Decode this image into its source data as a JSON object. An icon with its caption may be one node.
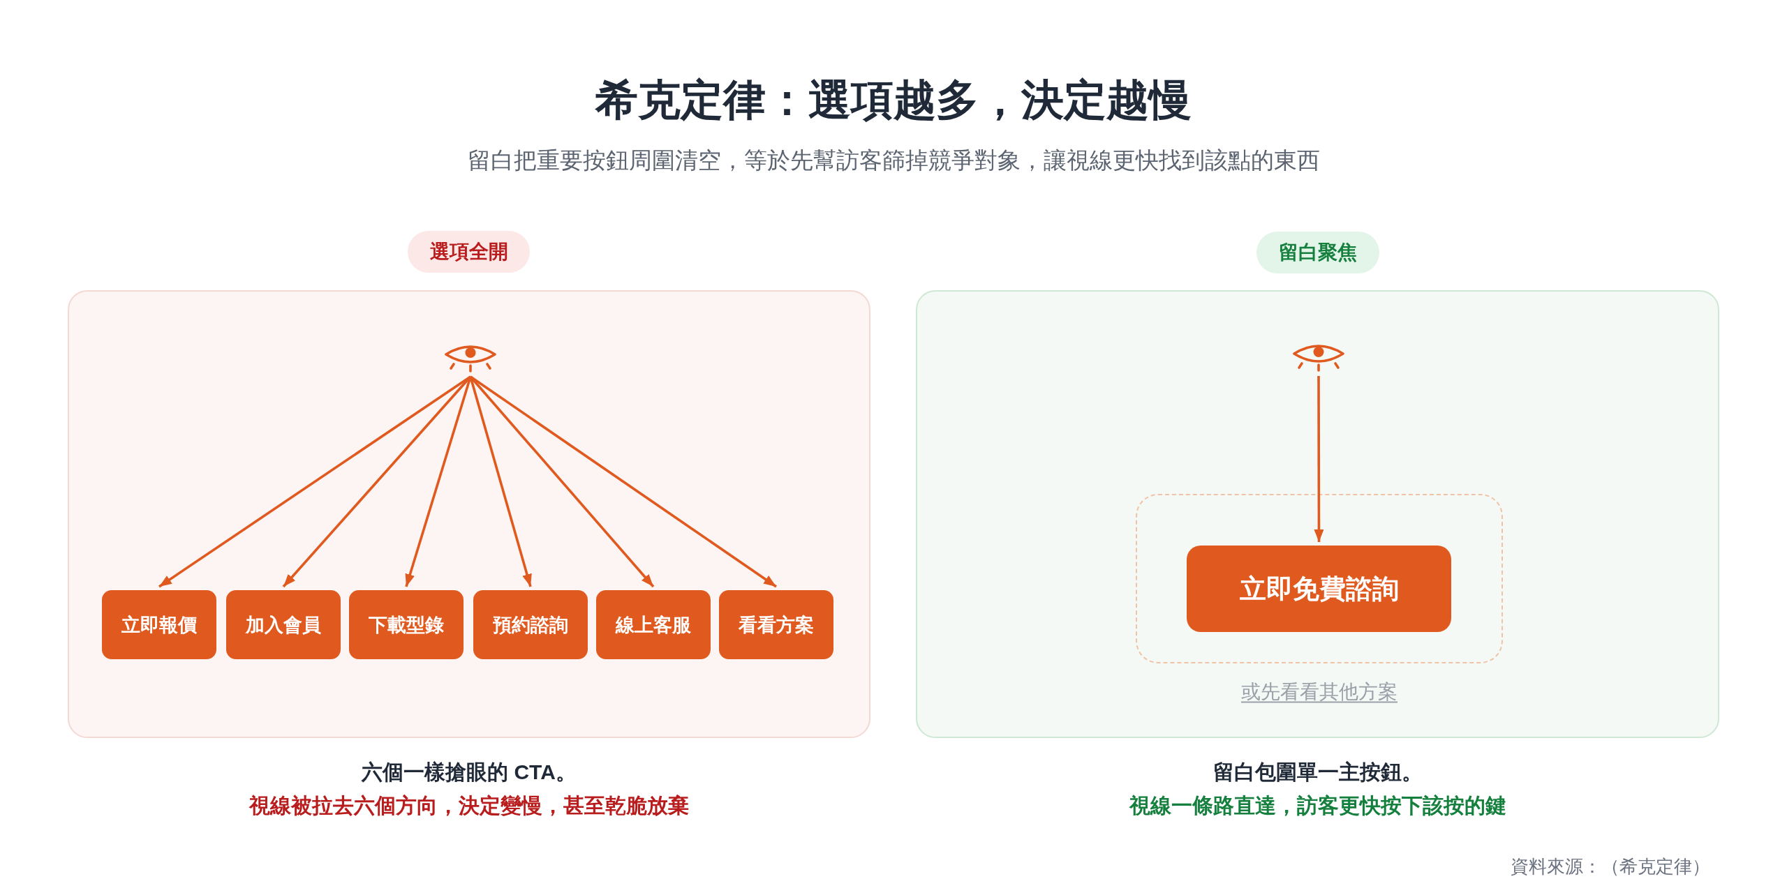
{
  "diagram": {
    "title": "希克定律：選項越多，決定越慢",
    "nodes": [
      {
        "text": [
          "選項全開"
        ]
      },
      {
        "text": [],
        "shape": "box",
        "beside": [
          "六個一樣搶眼的 CTA。",
          "視線被拉去六個方向，決定變慢，甚至乾脆放棄"
        ]
      },
      {
        "text": [],
        "shape": "picture",
        "in": 1
      },
      {
        "text": [
          "立即報價"
        ],
        "in": 1
      },
      {
        "text": [
          "加入會員"
        ],
        "in": 1
      },
      {
        "text": [
          "下載型錄"
        ],
        "in": 1
      },
      {
        "text": [
          "預約諮詢"
        ],
        "in": 1
      },
      {
        "text": [
          "線上客服"
        ],
        "in": 1
      },
      {
        "text": [
          "看看方案"
        ],
        "in": 1
      },
      {
        "text": [
          "留白聚焦"
        ]
      },
      {
        "text": [],
        "shape": "box",
        "beside": [
          "留白包圍單一主按鈕。",
          "視線一條路直達，訪客更快按下該按的鍵"
        ]
      },
      {
        "text": [],
        "shape": "picture",
        "in": 10
      },
      {
        "text": [],
        "shape": "box",
        "in": 10
      },
      {
        "text": [
          "立即免費諮詢"
        ],
        "in": 12
      }
    ],
    "edges": [
      {
        "from": 2,
        "to": 3,
        "arrow": "to"
      },
      {
        "from": 2,
        "to": 4,
        "arrow": "to"
      },
      {
        "from": 2,
        "to": 5,
        "arrow": "to"
      },
      {
        "from": 2,
        "to": 6,
        "arrow": "to"
      },
      {
        "from": 2,
        "to": 7,
        "arrow": "to"
      },
      {
        "from": 2,
        "to": 8,
        "arrow": "to"
      },
      {
        "from": 11,
        "to": 13,
        "arrow": "to"
      }
    ],
    "labels": [
      "留白把重要按鈕周圍清空，等於先幫訪客篩掉競爭對象，讓視線更快找到該點的東西",
      "或先看看其他方案",
      "資料來源：（希克定律）"
    ]
  }
}
